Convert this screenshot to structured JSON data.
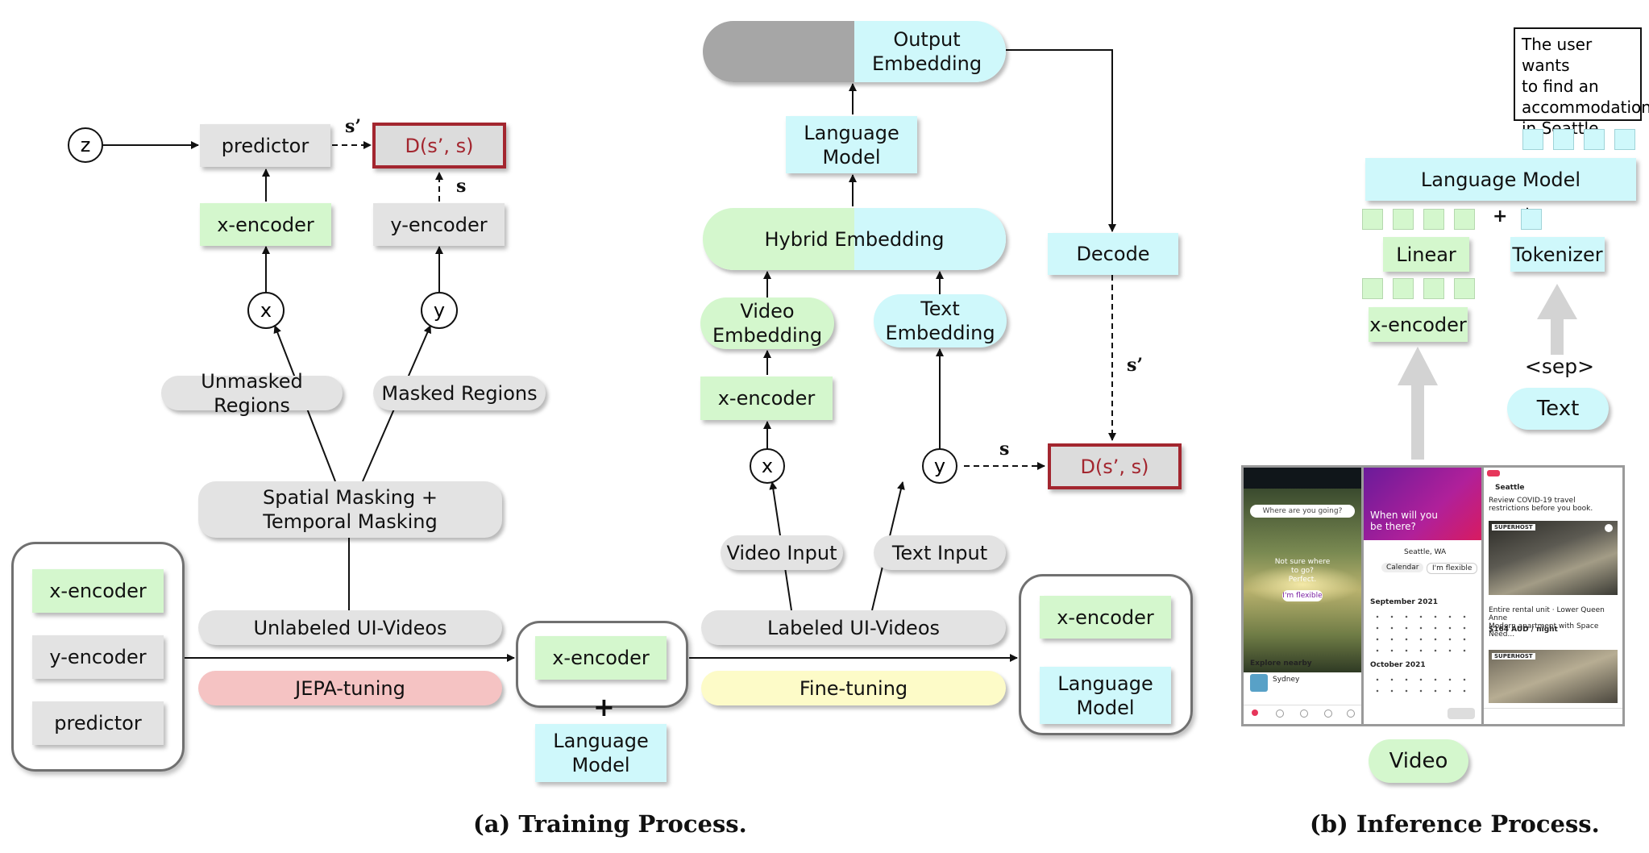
{
  "training": {
    "z_label": "z",
    "predictor": "predictor",
    "s_prime_top": "s’",
    "d_top": "D(s’, s)",
    "s_top": "s",
    "x_encoder_top": "x-encoder",
    "y_encoder_top": "y-encoder",
    "x_node": "x",
    "y_node": "y",
    "unmasked": "Unmasked Regions",
    "masked": "Masked Regions",
    "spatial_masking": "Spatial Masking +\nTemporal Masking",
    "unlabeled_videos": "Unlabeled UI-Videos",
    "jepa_tuning": "JEPA-tuning",
    "init_models": [
      "x-encoder",
      "y-encoder",
      "predictor"
    ],
    "mid_x_encoder": "x-encoder",
    "plus": "+",
    "mid_language_model": "Language\nModel",
    "output_embedding": "Output\nEmbedding",
    "language_model": "Language\nModel",
    "hybrid_embedding": "Hybrid Embedding",
    "video_embedding": "Video\nEmbedding",
    "text_embedding": "Text\nEmbedding",
    "ft_x_encoder": "x-encoder",
    "ft_x_node": "x",
    "ft_y_node": "y",
    "video_input": "Video Input",
    "text_input": "Text Input",
    "labeled_videos": "Labeled UI-Videos",
    "fine_tuning": "Fine-tuning",
    "decode": "Decode",
    "s_prime_right": "s’",
    "s_right": "s",
    "d_right": "D(s’, s)",
    "final_models": [
      "x-encoder",
      "Language\nModel"
    ]
  },
  "inference": {
    "prompt": "The user wants\nto find an\naccommodation\nin Seattle",
    "language_model": "Language Model",
    "plus": "+",
    "linear": "Linear",
    "tokenizer": "Tokenizer",
    "x_encoder": "x-encoder",
    "sep": "<sep>",
    "text": "Text",
    "video": "Video",
    "screens": {
      "s1_search": "Where are you going?",
      "s1_hero": "Not sure where\nto go?\nPerfect.",
      "s1_cta": "I'm flexible",
      "s1_explore": "Explore nearby",
      "s1_city": "Sydney",
      "s2_question": "When will you\nbe there?",
      "s2_place": "Seattle, WA",
      "s2_tab1": "Calendar",
      "s2_tab2": "I'm flexible",
      "s2_month1": "September 2021",
      "s2_month2": "October 2021",
      "s3_city": "Seattle",
      "s3_notice": "Review COVID-19 travel restrictions before you book.",
      "s3_badge": "SUPERHOST",
      "s3_listing": "Entire rental unit · Lower Queen Anne\nModern apartment with Space Need...",
      "s3_price": "$164 AUD / night"
    }
  },
  "captions": {
    "a": "(a) Training Process.",
    "b": "(b) Inference Process."
  }
}
